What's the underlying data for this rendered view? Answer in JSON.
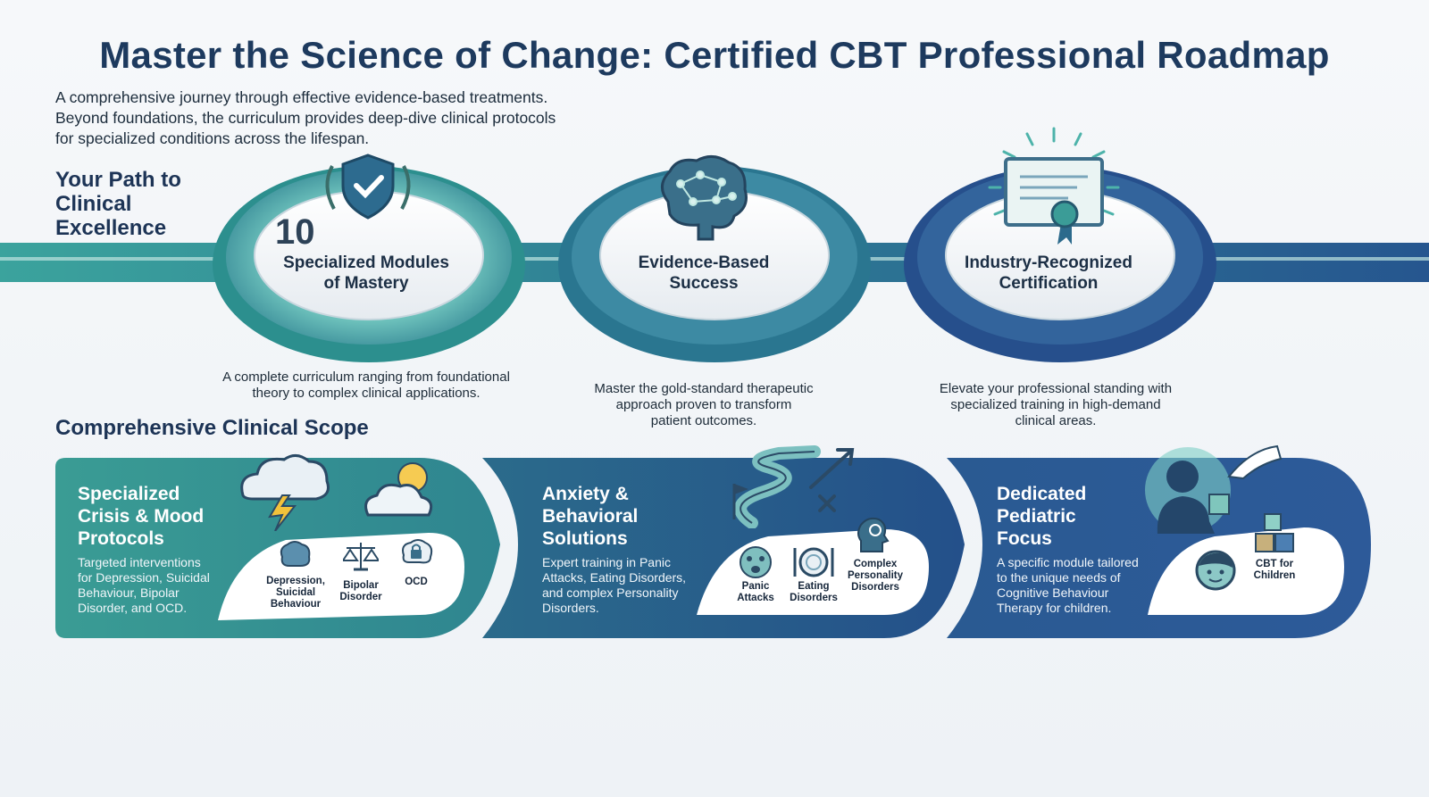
{
  "header": {
    "title": "Master the Science of Change: Certified CBT Professional Roadmap",
    "subtitle_lines": [
      "A comprehensive journey through effective evidence-based treatments.",
      "Beyond foundations, the curriculum provides deep-dive clinical protocols",
      "for specialized conditions across the lifespan."
    ]
  },
  "path": {
    "heading_lines": [
      "Your Path to",
      "Clinical",
      "Excellence"
    ],
    "stages": [
      {
        "number": "10",
        "label_lines": [
          "Specialized Modules",
          "of Mastery"
        ],
        "icon": "shield-check-icon",
        "desc_lines": [
          "A complete curriculum ranging from foundational",
          "theory to complex clinical applications."
        ]
      },
      {
        "label_lines": [
          "Evidence-Based",
          "Success"
        ],
        "icon": "brain-network-icon",
        "desc_lines": [
          "Master the gold-standard therapeutic",
          "approach proven to transform",
          "patient outcomes."
        ]
      },
      {
        "label_lines": [
          "Industry-Recognized",
          "Certification"
        ],
        "icon": "certificate-icon",
        "desc_lines": [
          "Elevate your professional standing with",
          "specialized training in high-demand",
          "clinical areas."
        ]
      }
    ]
  },
  "scope": {
    "heading": "Comprehensive Clinical Scope",
    "cards": [
      {
        "title_lines": [
          "Specialized",
          "Crisis & Mood",
          "Protocols"
        ],
        "body_lines": [
          "Targeted interventions",
          "for Depression, Suicidal",
          "Behaviour, Bipolar",
          "Disorder, and OCD."
        ],
        "icon": "storm-cloud-icon",
        "tiles": [
          {
            "icon": "brain-icon",
            "label_lines": [
              "Depression,",
              "Suicidal",
              "Behaviour"
            ]
          },
          {
            "icon": "scales-icon",
            "label_lines": [
              "Bipolar",
              "Disorder"
            ]
          },
          {
            "icon": "lock-thought-icon",
            "label_lines": [
              "OCD"
            ]
          }
        ]
      },
      {
        "title_lines": [
          "Anxiety &",
          "Behavioral",
          "Solutions"
        ],
        "body_lines": [
          "Expert training in Panic",
          "Attacks, Eating Disorders,",
          "and complex Personality",
          "Disorders."
        ],
        "icon": "winding-path-icon",
        "tiles": [
          {
            "icon": "panic-face-icon",
            "label_lines": [
              "Panic",
              "Attacks"
            ]
          },
          {
            "icon": "plate-cutlery-icon",
            "label_lines": [
              "Eating",
              "Disorders"
            ]
          },
          {
            "icon": "head-gear-icon",
            "label_lines": [
              "Complex",
              "Personality",
              "Disorders"
            ]
          }
        ]
      },
      {
        "title_lines": [
          "Dedicated",
          "Pediatric",
          "Focus"
        ],
        "body_lines": [
          "A specific module tailored",
          "to the unique needs of",
          "Cognitive Behaviour",
          "Therapy for children."
        ],
        "icon": "child-blocks-icon",
        "tiles": [
          {
            "icon": "child-face-icon",
            "label_lines": []
          },
          {
            "icon": "blocks-icon",
            "label_lines": [
              "CBT for",
              "Children"
            ]
          }
        ]
      }
    ]
  },
  "colors": {
    "teal": "#3a9c98",
    "navy": "#1f4e80",
    "title": "#1d3a5e"
  }
}
